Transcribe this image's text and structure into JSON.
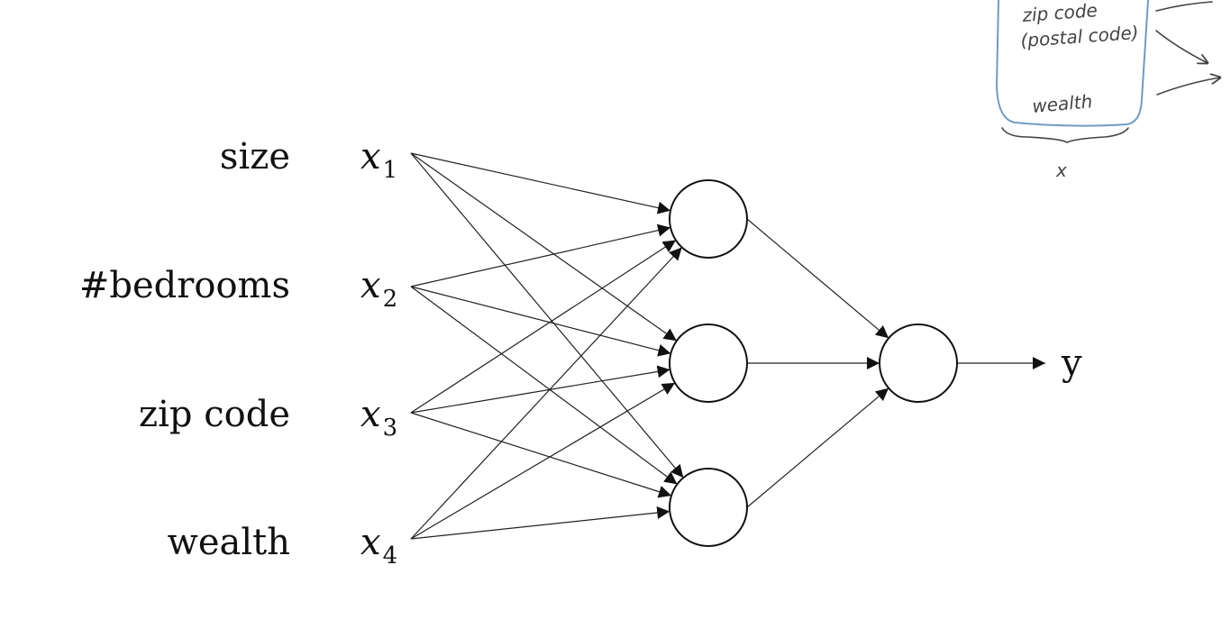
{
  "inputs": [
    {
      "feature": "size",
      "var": "x",
      "sub": "1"
    },
    {
      "feature": "#bedrooms",
      "var": "x",
      "sub": "2"
    },
    {
      "feature": "zip code",
      "var": "x",
      "sub": "3"
    },
    {
      "feature": "wealth",
      "var": "x",
      "sub": "4"
    }
  ],
  "hidden_node_count": 3,
  "output_label": "y",
  "sketch": {
    "lines": [
      "zip code",
      "(postal code)",
      "wealth"
    ],
    "under_label": "x"
  },
  "colors": {
    "ink": "#111111",
    "edge": "#222222",
    "sketch_box": "#6f9bc4",
    "sketch_ink": "#444444"
  }
}
